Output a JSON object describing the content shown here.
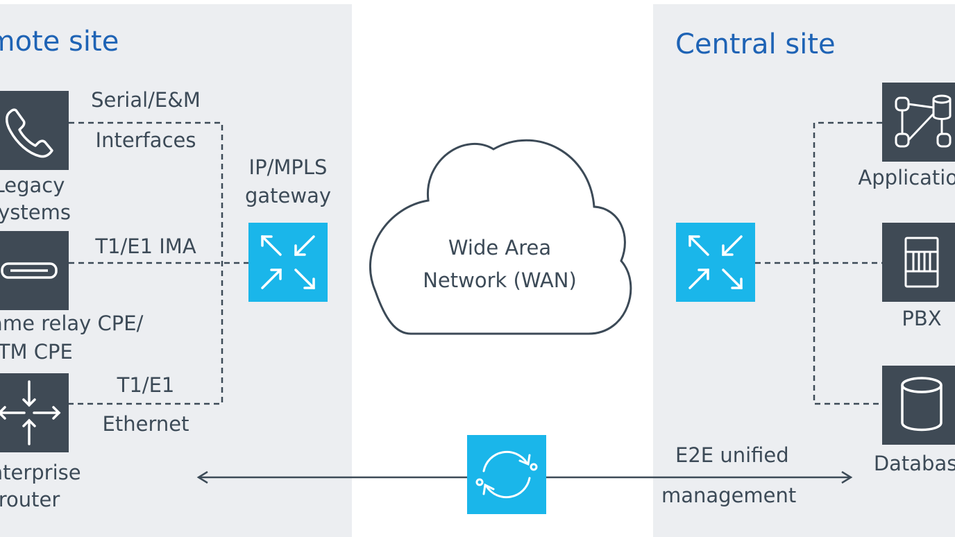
{
  "remote_site": {
    "title": "Remote site",
    "devices": [
      {
        "icon": "phone-icon",
        "label_line1": "Legacy",
        "label_line2": "systems"
      },
      {
        "icon": "modem-icon",
        "label_line1": "Frame relay CPE/",
        "label_line2": "ATM CPE"
      },
      {
        "icon": "router-icon",
        "label_line1": "Enterprise",
        "label_line2": "router"
      }
    ],
    "link_labels": {
      "serial_line1": "Serial/E&M",
      "serial_line2": "Interfaces",
      "ima": "T1/E1 IMA",
      "t1e1": "T1/E1",
      "ethernet": "Ethernet"
    },
    "gateway_line1": "IP/MPLS",
    "gateway_line2": "gateway"
  },
  "wan": {
    "line1": "Wide Area",
    "line2": "Network (WAN)"
  },
  "central_site": {
    "title": "Central site",
    "devices": [
      {
        "icon": "application-icon",
        "label": "Applications"
      },
      {
        "icon": "pbx-icon",
        "label": "PBX"
      },
      {
        "icon": "database-icon",
        "label": "Database"
      }
    ]
  },
  "management": {
    "line1": "E2E unified",
    "line2": "management",
    "icon": "sync-icon"
  },
  "colors": {
    "accent": "#1ab6ea",
    "device": "#3f4a55",
    "title": "#1e63b5",
    "panel": "#eceef1"
  }
}
